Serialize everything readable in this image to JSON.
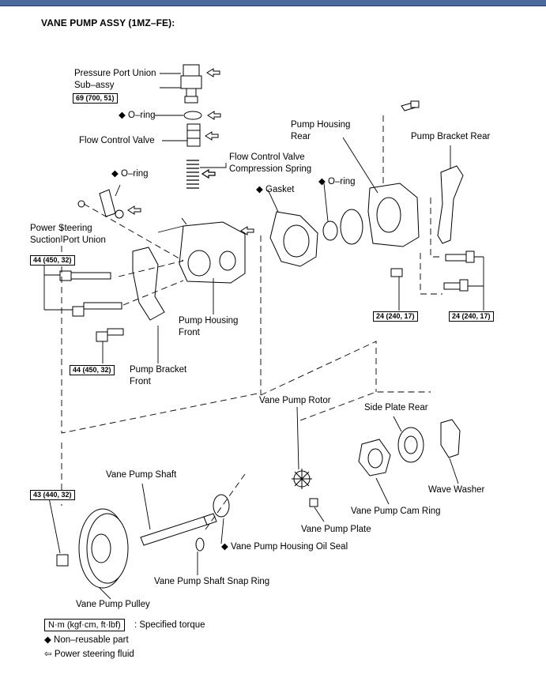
{
  "title": "VANE PUMP ASSY (1MZ–FE):",
  "labels": {
    "pressure_port_1": "Pressure Port Union",
    "pressure_port_2": "Sub–assy",
    "oring_1": "◆ O–ring",
    "flow_control_valve": "Flow Control Valve",
    "fcv_spring_1": "Flow Control Valve",
    "fcv_spring_2": "Compression Spring",
    "oring_2": "◆ O–ring",
    "gasket": "◆ Gasket",
    "oring_3": "◆ O–ring",
    "pump_housing_rear_1": "Pump Housing",
    "pump_housing_rear_2": "Rear",
    "pump_bracket_rear": "Pump Bracket Rear",
    "ps_suction_1": "Power Steering",
    "ps_suction_2": "Suction Port Union",
    "pump_housing_front_1": "Pump Housing",
    "pump_housing_front_2": "Front",
    "pump_bracket_front_1": "Pump Bracket",
    "pump_bracket_front_2": "Front",
    "vane_pump_rotor": "Vane Pump Rotor",
    "side_plate_rear": "Side Plate Rear",
    "vane_pump_shaft": "Vane Pump Shaft",
    "wave_washer": "Wave Washer",
    "vane_pump_cam_ring": "Vane Pump Cam Ring",
    "vane_pump_plate": "Vane Pump Plate",
    "oil_seal": "◆ Vane Pump Housing Oil Seal",
    "snap_ring": "Vane Pump Shaft Snap Ring",
    "vane_pump_pulley": "Vane Pump Pulley"
  },
  "torques": {
    "t1": "69 (700, 51)",
    "t2": "44 (450, 32)",
    "t3": "44 (450, 32)",
    "t4": "24 (240, 17)",
    "t5": "24 (240, 17)",
    "t6": "43 (440, 32)"
  },
  "legend": {
    "torque_unit": "N·m (kgf·cm, ft·lbf)",
    "torque_text": ": Specified torque",
    "nonreusable": "◆ Non–reusable part",
    "fluid": "⇦ Power steering fluid"
  }
}
